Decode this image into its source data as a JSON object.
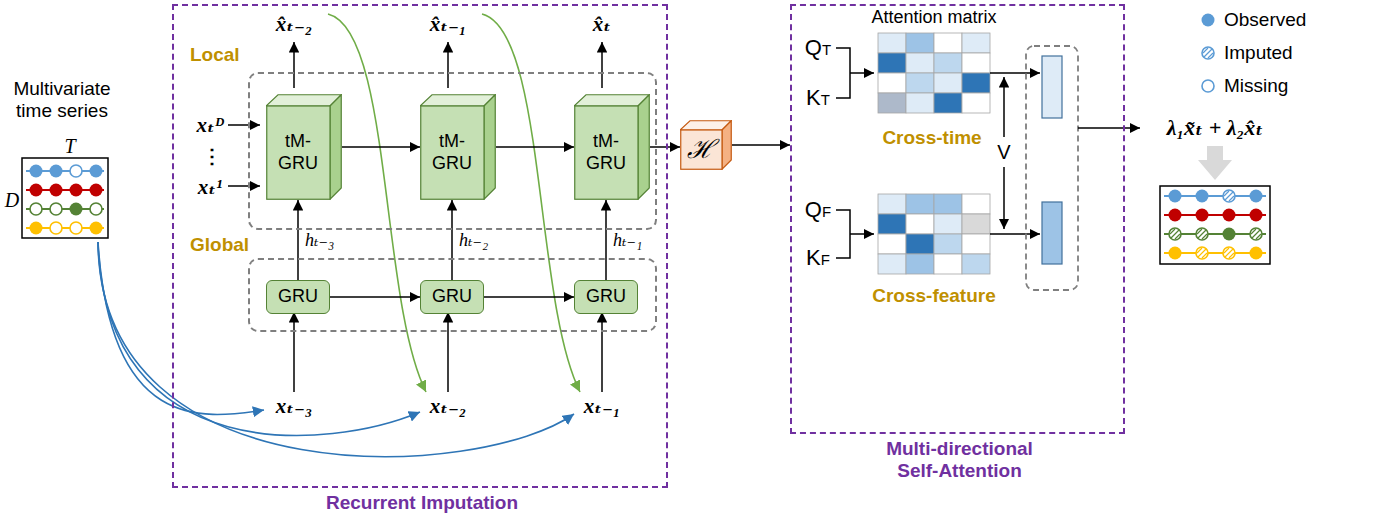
{
  "diagram": {
    "nodes": [
      {
        "text": [
          "Recurrent Imputation"
        ]
      },
      {
        "text": [
          "Local"
        ],
        "in": 0
      },
      {
        "text": [
          "tM- GRU"
        ],
        "in": 1
      },
      {
        "text": [
          "tM- GRU"
        ],
        "in": 1
      },
      {
        "text": [
          "tM- GRU"
        ],
        "in": 1
      },
      {
        "text": [
          "Global"
        ],
        "in": 0
      },
      {
        "text": [
          "GRU"
        ],
        "in": 5
      },
      {
        "text": [
          "GRU"
        ],
        "in": 5
      },
      {
        "text": [
          "GRU"
        ],
        "in": 5
      },
      {
        "text": [
          "ℋ"
        ]
      },
      {
        "text": [
          "Multi-directional Self-Attention"
        ]
      }
    ],
    "edges": [
      {
        "from": 2,
        "to": 3,
        "arrow": "to"
      },
      {
        "from": 3,
        "to": 4,
        "arrow": "to"
      },
      {
        "from": 6,
        "to": 7,
        "arrow": "to"
      },
      {
        "from": 7,
        "to": 8,
        "arrow": "to"
      },
      {
        "from": 6,
        "to": 2,
        "label": "hₜ₋₃",
        "arrow": "to"
      },
      {
        "from": 7,
        "to": 3,
        "label": "hₜ₋₂",
        "arrow": "to"
      },
      {
        "from": 8,
        "to": 4,
        "label": "hₜ₋₁",
        "arrow": "to"
      },
      {
        "from": 4,
        "to": 9,
        "arrow": "to"
      },
      {
        "from": 9,
        "to": 10,
        "arrow": "to"
      }
    ],
    "labels": [
      "Multivariate time series",
      "T",
      "D",
      "xₜᴰ",
      "⋮",
      "xₜ¹",
      "x̂ₜ₋₂",
      "x̂ₜ₋₁",
      "x̂ₜ",
      "xₜ₋₃",
      "xₜ₋₂",
      "xₜ₋₁",
      "Attention matrix",
      "QT",
      "KT",
      "Cross-time",
      "V",
      "QF",
      "KF",
      "Cross-feature",
      "λ₁x̃ₜ + λ₂x̂ₜ"
    ],
    "legend": [
      {
        "text": "Observed"
      },
      {
        "text": "Imputed"
      },
      {
        "text": "Missing"
      }
    ]
  }
}
